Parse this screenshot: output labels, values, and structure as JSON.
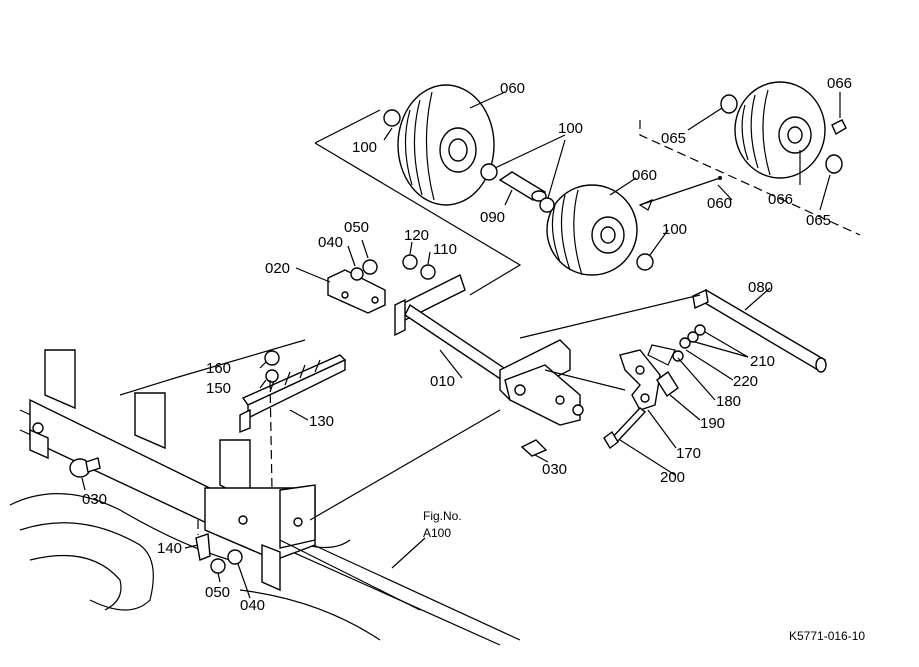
{
  "part_labels": {
    "l060a": "060",
    "l100a": "100",
    "l100b": "100",
    "l090": "090",
    "l060b": "060",
    "l100c": "100",
    "l066a": "066",
    "l065a": "065",
    "l060c": "060",
    "l066b": "066",
    "l065b": "065",
    "l050a": "050",
    "l040a": "040",
    "l020": "020",
    "l120": "120",
    "l110": "110",
    "l080": "080",
    "l010": "010",
    "l160": "160",
    "l150": "150",
    "l130": "130",
    "l210": "210",
    "l220": "220",
    "l180": "180",
    "l190": "190",
    "l170": "170",
    "l200": "200",
    "l030a": "030",
    "l030b": "030",
    "l140": "140",
    "l050b": "050",
    "l040b": "040"
  },
  "fig_ref": {
    "line1": "Fig.No.",
    "line2": "A100"
  },
  "drawing_code": "K5771-016-10"
}
